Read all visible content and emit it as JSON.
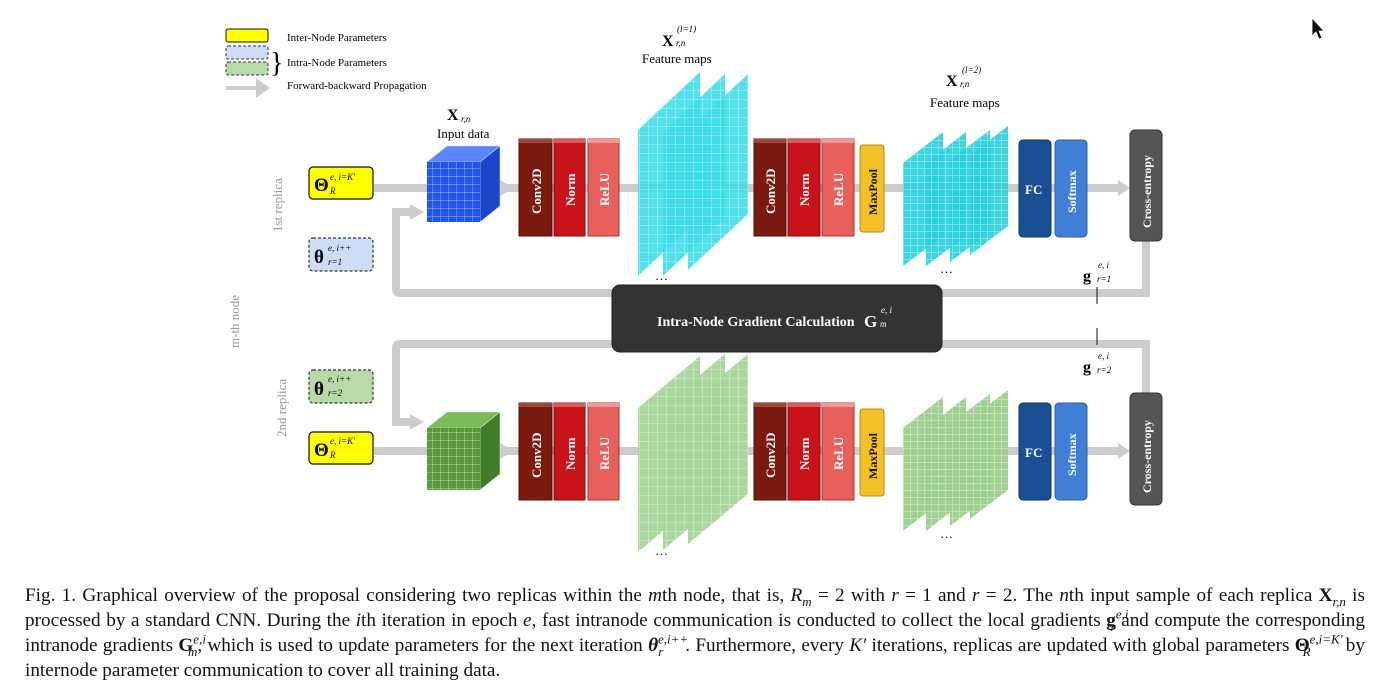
{
  "legend": {
    "inter": "Inter-Node Parameters",
    "intra": "Intra-Node Parameters",
    "propagation": "Forward-backward Propagation"
  },
  "labels": {
    "node": "m-th node",
    "replica1": "1st replica",
    "replica2": "2nd replica",
    "input_symbol": "X",
    "input_sub": "r,n",
    "input_data": "Input data",
    "fm1_symbol": "X",
    "fm1_sup": "(l=1)",
    "fm1_sub": "r,n",
    "fm1_caption": "Feature maps",
    "fm2_symbol": "X",
    "fm2_sup": "(l=2)",
    "fm2_sub": "r,n",
    "fm2_caption": "Feature maps",
    "ellipsis": "…"
  },
  "params": {
    "theta_R_symbol": "Θ",
    "theta_R_sup": "e, i=K'",
    "theta_R_sub": "R",
    "theta_r1_symbol": "θ",
    "theta_r1_sup": "e, i++",
    "theta_r1_sub": "r=1",
    "theta_r2_symbol": "θ",
    "theta_r2_sup": "e, i++",
    "theta_r2_sub": "r=2"
  },
  "layers": {
    "conv": "Conv2D",
    "norm": "Norm",
    "relu": "ReLU",
    "pool": "MaxPool",
    "fc": "FC",
    "softmax": "Softmax",
    "loss": "Cross-entropy"
  },
  "gradient": {
    "box_label": "Intra-Node Gradient Calculation",
    "G_symbol": "G",
    "G_sup": "e, i",
    "G_sub": "m",
    "g_symbol": "g",
    "g1_sup": "e, i",
    "g1_sub": "r=1",
    "g2_sup": "e, i",
    "g2_sub": "r=2"
  },
  "colors": {
    "inter": "#ffff00",
    "replica1": "#2255ee",
    "replica2": "#5a9a3c",
    "fm1": "#33d6e0",
    "fm2": "#9ccf8c",
    "conv": "#7a1a10",
    "norm": "#c8131b",
    "relu": "#e8605c",
    "pool": "#f2c128",
    "fc": "#1b4f93",
    "softmax": "#3f7fd6",
    "loss": "#555555",
    "flow": "#cccccc"
  },
  "caption": {
    "p1": "Fig. 1.   Graphical overview of the proposal considering two replicas within the ",
    "p2": "m",
    "p3": "th node, that is, ",
    "p4": "R",
    "p5": "m",
    "p6": " = 2 with ",
    "p7": "r",
    "p8": " = 1 and ",
    "p9": "r",
    "p10": " = 2. The ",
    "p11": "n",
    "p12": "th input sample of each replica ",
    "p13": "X",
    "p14": "r,n",
    "p15": " is processed by a standard CNN. During the ",
    "p16": "i",
    "p17": "th iteration in epoch ",
    "p18": "e",
    "p19": ", fast intranode communication is conducted to collect the local gradients ",
    "p20": "g",
    "p21": "e,i",
    "p22": "r",
    "p23": " and compute the corresponding intranode gradients ",
    "p24": "G",
    "p25": "e,i",
    "p26": "m",
    "p27": ", which is used to update parameters for the next iteration ",
    "p28": "θ",
    "p29": "e,i++",
    "p30": "r",
    "p31": ". Furthermore, every ",
    "p32": "K′",
    "p33": " iterations, replicas are updated with global parameters ",
    "p34": "Θ",
    "p35": "e,i=K′",
    "p36": "R",
    "p37": " by internode parameter communication to cover all training data."
  }
}
